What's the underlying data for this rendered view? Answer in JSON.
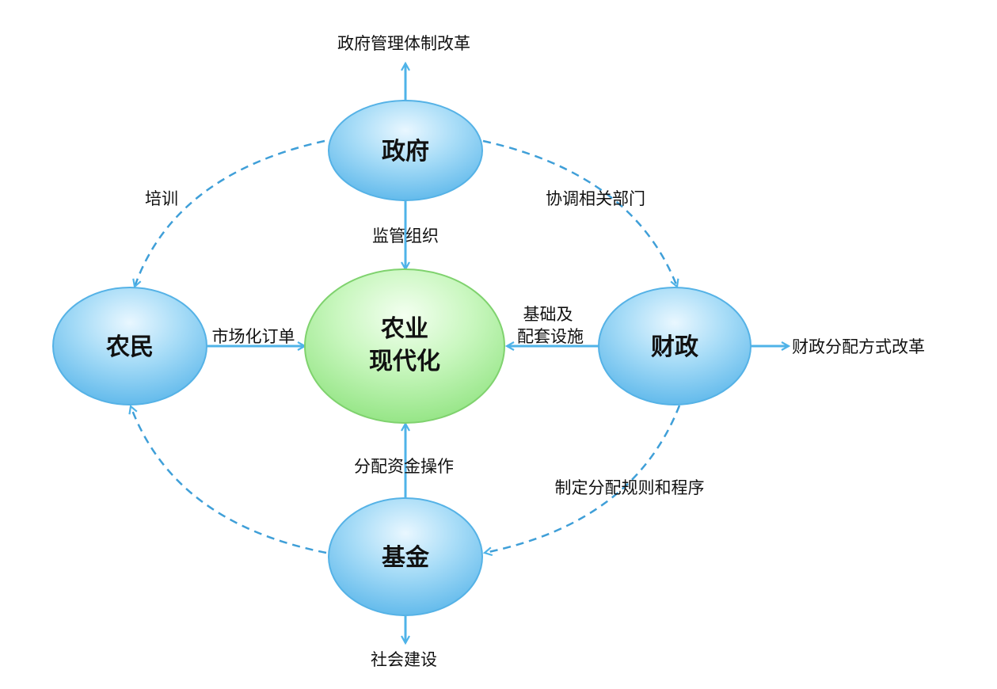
{
  "nodes": {
    "government": "政府",
    "farmers": "农民",
    "finance": "财政",
    "fund": "基金",
    "center_line1": "农业",
    "center_line2": "现代化"
  },
  "outer_labels": {
    "top": "政府管理体制改革",
    "right": "财政分配方式改革",
    "bottom": "社会建设"
  },
  "edge_labels": {
    "training": "培训",
    "coordinate": "协调相关部门",
    "supervise": "监管组织",
    "market_orders": "市场化订单",
    "infra_line1": "基础及",
    "infra_line2": "配套设施",
    "allocate_funds": "分配资金操作",
    "rules": "制定分配规则和程序"
  },
  "colors": {
    "node_blue": "#7cc8f2",
    "node_green": "#a9ee9c",
    "arrow": "#4fb3e8"
  }
}
